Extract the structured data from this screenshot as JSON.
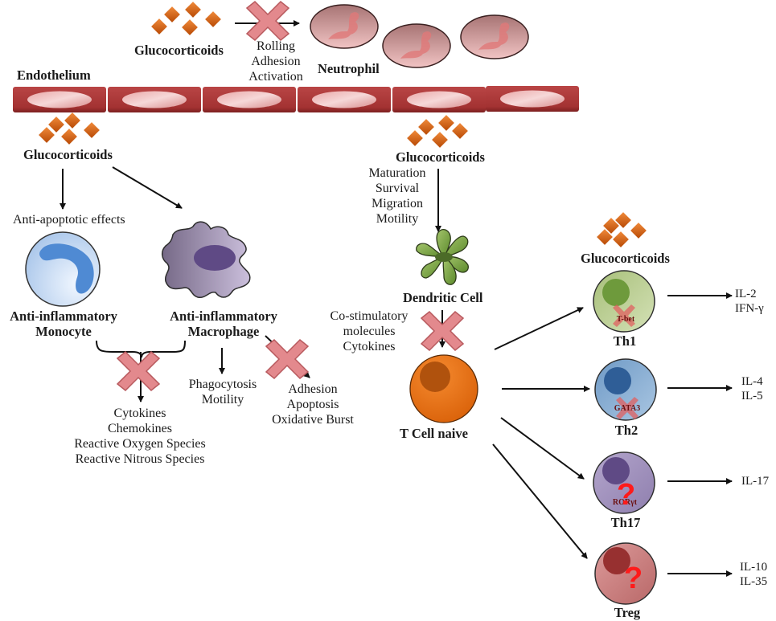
{
  "figure": {
    "title": "Glucocorticoid effects on immune cells",
    "colors": {
      "glucocorticoid_diamond": "#d9600f",
      "endothelium": "#a83535",
      "inhibition_cross": "#e28b8f",
      "arrow": "#111111",
      "question_mark": "#ff1a1a",
      "monocyte": "#cfe0f5",
      "macrophage": "#a79ab8",
      "dendritic_cell": "#7fa54a",
      "t_cell_naive": "#ee7419",
      "th1": "#b4c98a",
      "th2": "#7aa3cc",
      "th17": "#a392bf",
      "treg": "#cf8585"
    }
  },
  "top": {
    "glucocorticoids_label": "Glucocorticoids",
    "inhibited_effects": [
      "Rolling",
      "Adhesion",
      "Activation"
    ],
    "neutrophil_label": "Neutrophil",
    "endothelium_label": "Endothelium"
  },
  "left": {
    "glucocorticoids_label": "Glucocorticoids",
    "monocyte_effect": "Anti-apoptotic effects",
    "monocyte_label": [
      "Anti-inflammatory",
      "Monocyte"
    ],
    "macrophage_label": [
      "Anti-inflammatory",
      "Macrophage"
    ],
    "inhibited_products": [
      "Cytokines",
      "Chemokines",
      "Reactive Oxygen Species",
      "Reactive Nitrous Species"
    ],
    "macrophage_enhanced": [
      "Phagocytosis",
      "Motility"
    ],
    "macrophage_inhibited": [
      "Adhesion",
      "Apoptosis",
      "Oxidative Burst"
    ]
  },
  "center": {
    "glucocorticoids_label": "Glucocorticoids",
    "dc_effects": [
      "Maturation",
      "Survival",
      "Migration",
      "Motility"
    ],
    "dendritic_label": "Dendritic Cell",
    "dc_inhibited": [
      "Co-stimulatory",
      "molecules",
      "Cytokines"
    ],
    "t_cell_label": "T Cell naive"
  },
  "right": {
    "glucocorticoids_label": "Glucocorticoids",
    "subsets": [
      {
        "name": "Th1",
        "factor": "T-bet",
        "status": "inhibited",
        "cytokines": [
          "IL-2",
          "IFN-γ"
        ]
      },
      {
        "name": "Th2",
        "factor": "GATA3",
        "status": "inhibited",
        "cytokines": [
          "IL-4",
          "IL-5"
        ]
      },
      {
        "name": "Th17",
        "factor": "RORγt",
        "status": "unknown",
        "cytokines": [
          "IL-17"
        ]
      },
      {
        "name": "Treg",
        "factor": "",
        "status": "unknown",
        "cytokines": [
          "IL-10",
          "IL-35"
        ]
      }
    ],
    "unknown_marker": "?"
  }
}
